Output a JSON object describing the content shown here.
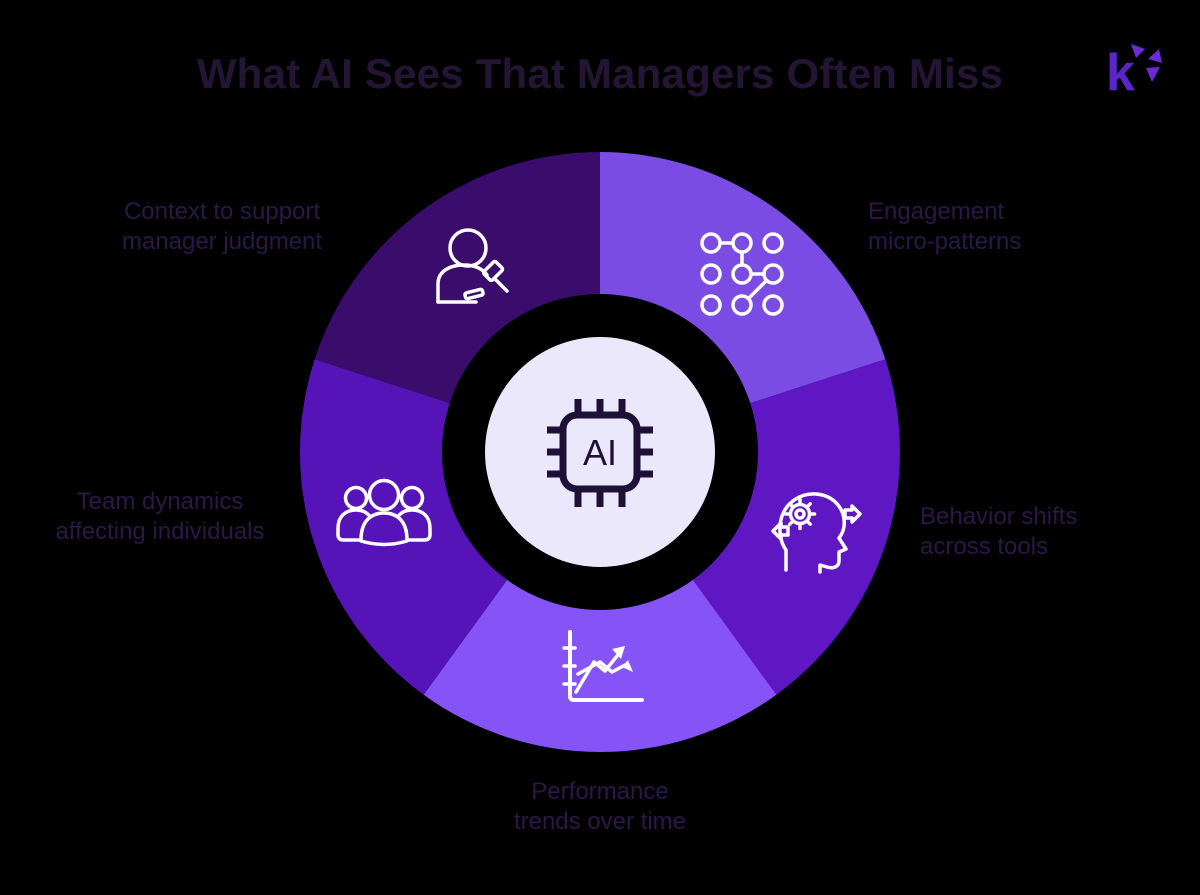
{
  "title": "What AI Sees That Managers Often Miss",
  "logo": {
    "letter": "k"
  },
  "center": {
    "chip_label": "AI"
  },
  "segments": [
    {
      "name": "engagement-micro-patterns",
      "lines": [
        "Engagement",
        "micro-patterns"
      ],
      "color": "#7a4ce4",
      "icon": "network-pattern-icon"
    },
    {
      "name": "behavior-shifts-across-tools",
      "lines": [
        "Behavior shifts",
        "across tools"
      ],
      "color": "#5f17c4",
      "icon": "head-gear-arrows-icon"
    },
    {
      "name": "performance-trends-over-time",
      "lines": [
        "Performance",
        "trends over time"
      ],
      "color": "#8654f6",
      "icon": "trend-line-chart-icon"
    },
    {
      "name": "team-dynamics-affecting-individuals",
      "lines": [
        "Team dynamics",
        "affecting individuals"
      ],
      "color": "#5513b8",
      "icon": "people-group-icon"
    },
    {
      "name": "context-to-support-manager-judgment",
      "lines": [
        "Context to support",
        "manager judgment"
      ],
      "color": "#3a0d6c",
      "icon": "person-gavel-icon"
    }
  ],
  "colors": {
    "background": "#000000",
    "title_text": "#241535",
    "label_text": "#2b1847",
    "center_circle": "#ebe8fb",
    "chip_outline": "#1e1036",
    "icon_stroke": "#ffffff",
    "logo_k": "#5c25c8",
    "logo_petals": "#6a2ad4"
  }
}
